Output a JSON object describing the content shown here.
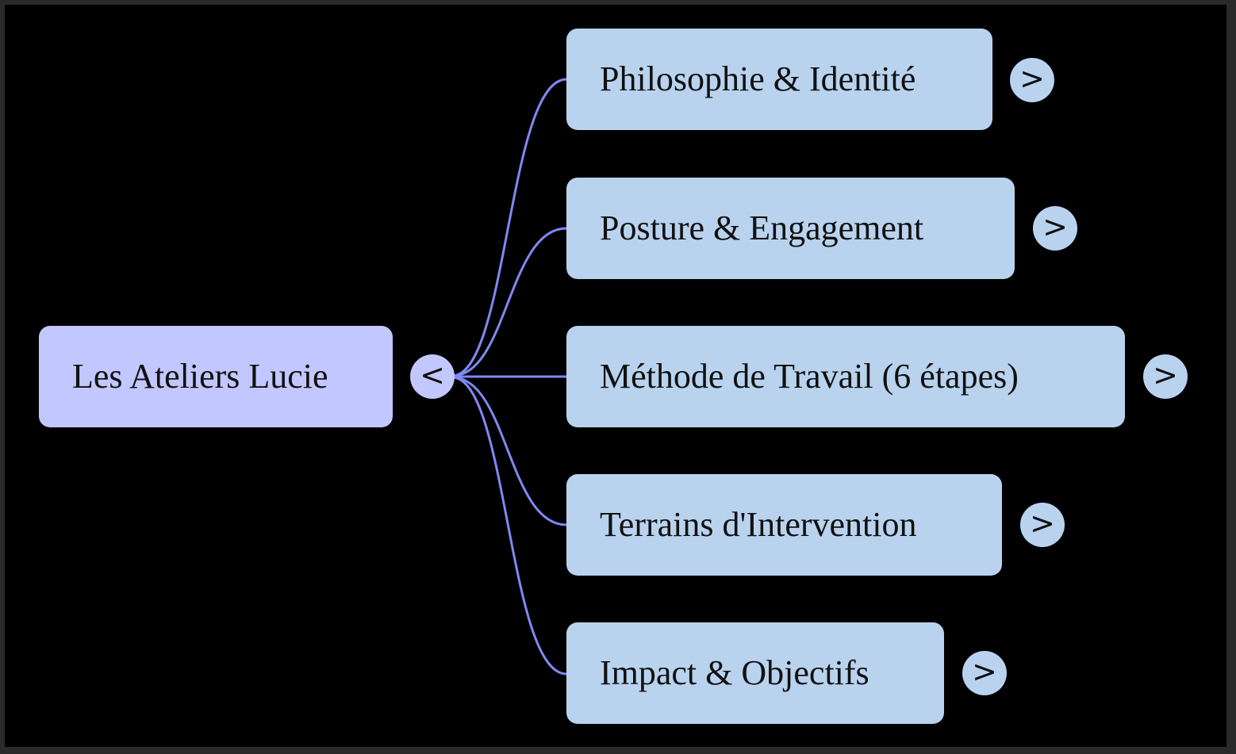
{
  "colors": {
    "root_fill": "#c3c7ff",
    "child_fill": "#b9d3ef",
    "link_stroke": "#8088f2",
    "background": "#000000"
  },
  "root": {
    "label": "Les Ateliers Lucie",
    "toggle": "<"
  },
  "children": [
    {
      "label": "Philosophie & Identité",
      "toggle": ">"
    },
    {
      "label": "Posture & Engagement",
      "toggle": ">"
    },
    {
      "label": "Méthode de Travail (6 étapes)",
      "toggle": ">"
    },
    {
      "label": "Terrains d'Intervention",
      "toggle": ">"
    },
    {
      "label": "Impact & Objectifs",
      "toggle": ">"
    }
  ]
}
